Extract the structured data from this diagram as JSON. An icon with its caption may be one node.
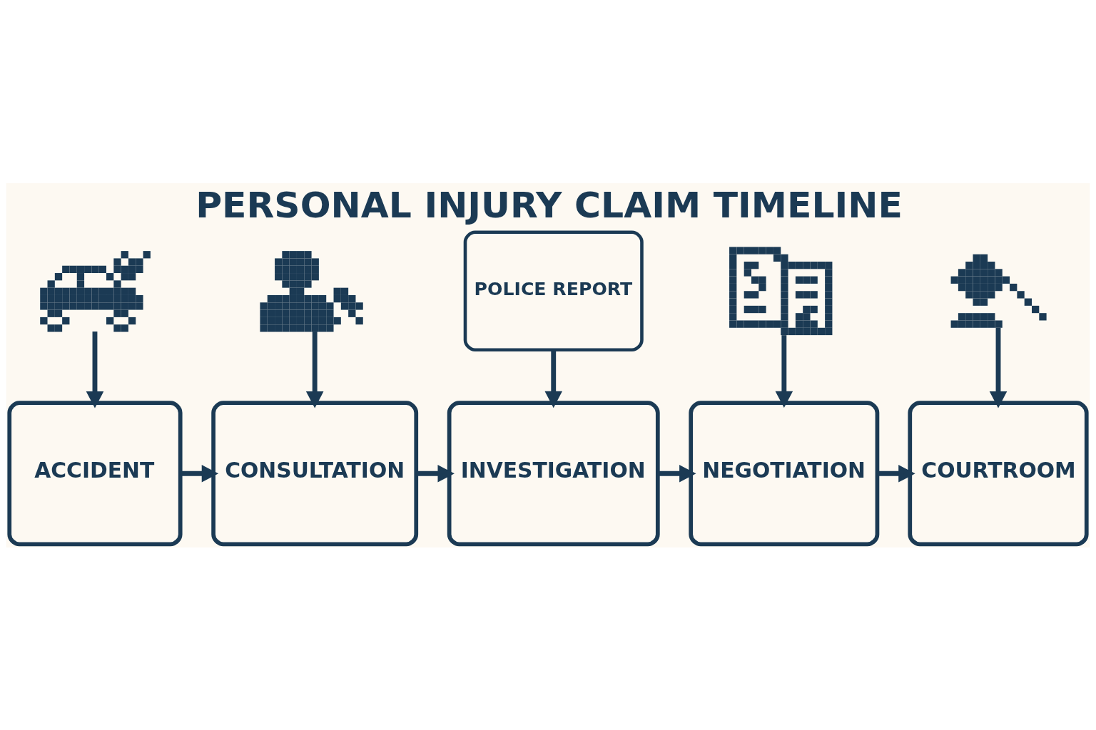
{
  "diagram": {
    "title": "PERSONAL INJURY CLAIM TIMELINE",
    "nodes": [
      {
        "text": [],
        "shape": "picture"
      },
      {
        "text": [],
        "shape": "picture"
      },
      {
        "text": [
          "POLICE REPORT"
        ]
      },
      {
        "text": [],
        "shape": "picture"
      },
      {
        "text": [],
        "shape": "picture"
      },
      {
        "text": [
          "ACCIDENT"
        ]
      },
      {
        "text": [
          "CONSULTATION"
        ]
      },
      {
        "text": [
          "INVESTIGATION"
        ]
      },
      {
        "text": [
          "NEGOTIATION"
        ]
      },
      {
        "text": [
          "COURTROOM"
        ]
      }
    ],
    "edges": [
      {
        "from": 0,
        "to": 5,
        "arrow": "to"
      },
      {
        "from": 1,
        "to": 6,
        "arrow": "to"
      },
      {
        "from": 2,
        "to": 7,
        "arrow": "to"
      },
      {
        "from": 3,
        "to": 8,
        "arrow": "to"
      },
      {
        "from": 4,
        "to": 9,
        "arrow": "to"
      },
      {
        "from": 5,
        "to": 6,
        "arrow": "to"
      },
      {
        "from": 6,
        "to": 7,
        "arrow": "to"
      },
      {
        "from": 7,
        "to": 8,
        "arrow": "to"
      },
      {
        "from": 8,
        "to": 9,
        "arrow": "to"
      }
    ]
  }
}
